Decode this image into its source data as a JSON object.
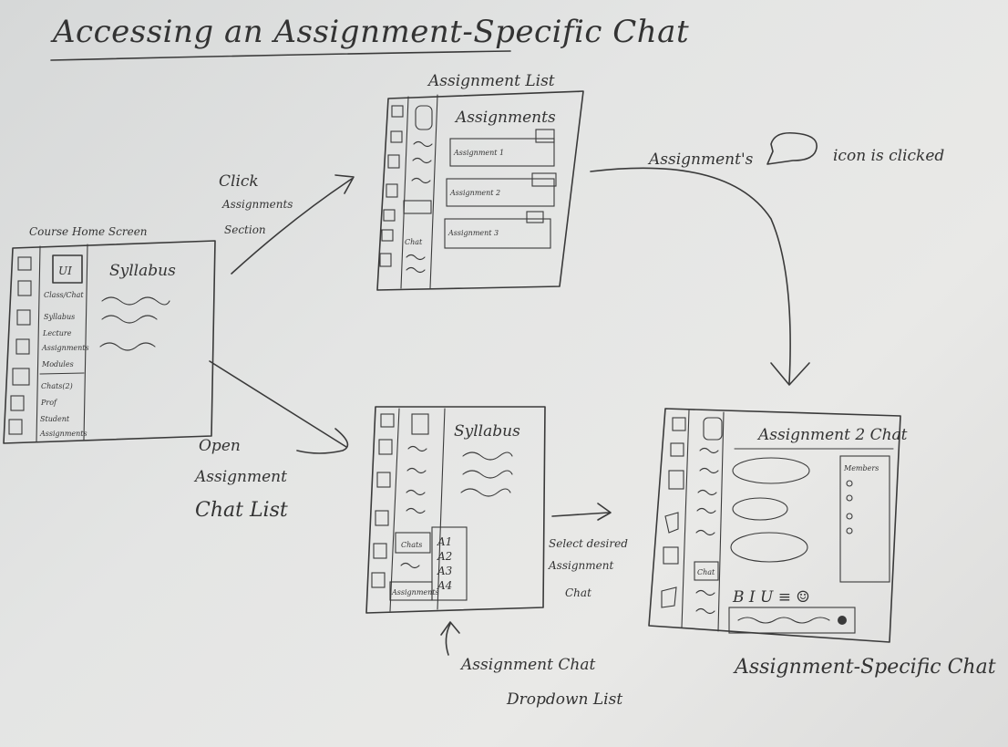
{
  "title": "Accessing an Assignment-Specific Chat",
  "screens": {
    "course_home": {
      "caption": "Course Home Screen",
      "main_heading": "Syllabus",
      "logo_text": "UI",
      "nav_items": [
        "Class/Chat",
        "Syllabus",
        "Lecture",
        "Assignments",
        "Modules",
        "Chats(2)",
        "Prof",
        "Student",
        "Assignments"
      ]
    },
    "assignment_list": {
      "caption": "Assignment List",
      "heading": "Assignments",
      "rows": [
        "Assignment 1",
        "Assignment 2",
        "Assignment 3"
      ],
      "nav_chat": "Chat"
    },
    "chat_dropdown": {
      "heading": "Syllabus",
      "nav_chat": "Chats",
      "nav_assignments": "Assignments",
      "dropdown_items": [
        "A1",
        "A2",
        "A3",
        "A4"
      ],
      "caption_line1": "Assignment Chat",
      "caption_line2": "Dropdown List"
    },
    "assignment_chat": {
      "heading": "Assignment 2 Chat",
      "members_label": "Members",
      "toolbar": "B I U ≡ ☺",
      "nav_chat": "Chat",
      "caption": "Assignment-Specific Chat"
    }
  },
  "transitions": {
    "click_assignments_section": [
      "Click",
      "Assignments",
      "Section"
    ],
    "open_assignment_chat_list": [
      "Open",
      "Assignment",
      "Chat List"
    ],
    "chat_icon_clicked_before": "Assignment's",
    "chat_icon_clicked_after": "icon is clicked",
    "select_desired_chat": [
      "Select desired",
      "Assignment",
      "Chat"
    ]
  }
}
